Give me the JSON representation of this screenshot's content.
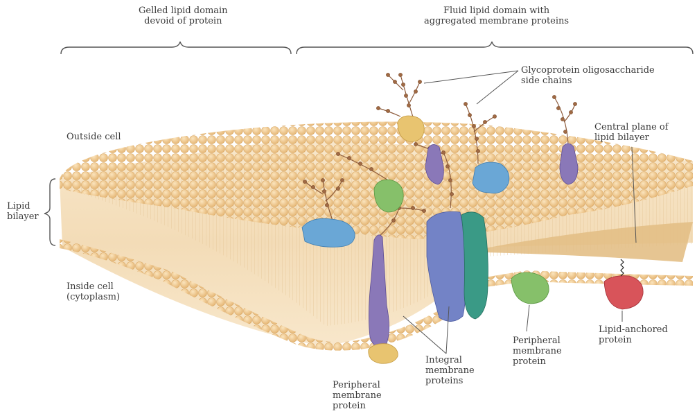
{
  "labels": {
    "gelled_domain": [
      "Gelled lipid domain",
      "devoid of protein"
    ],
    "fluid_domain": [
      "Fluid lipid domain with",
      "aggregated membrane proteins"
    ],
    "glycoprotein": [
      "Glycoprotein oligosaccharide",
      "side chains"
    ],
    "outside_cell": [
      "Outside cell"
    ],
    "central_plane": [
      "Central plane of",
      "lipid bilayer"
    ],
    "lipid_bilayer": [
      "Lipid",
      "bilayer"
    ],
    "inside_cell": [
      "Inside cell",
      "(cytoplasm)"
    ],
    "peripheral_right": [
      "Peripheral",
      "membrane",
      "protein"
    ],
    "lipid_anchored": [
      "Lipid-anchored",
      "protein"
    ],
    "integral": [
      "Integral",
      "membrane",
      "proteins"
    ],
    "peripheral_bottom": [
      "Peripheral",
      "membrane",
      "protein"
    ]
  },
  "colors": {
    "lipid_head": "#eec690",
    "lipid_head_edge": "#d9a866",
    "bilayer_tail": "#f6e2c2",
    "sugar_chain": "#8c5a3a",
    "purple_protein": "#8a78b8",
    "blue_protein": "#6aa7d6",
    "green_protein": "#86c06a",
    "yellow_protein": "#e8c470",
    "teal_protein": "#3a9a86",
    "red_protein": "#d8545a",
    "line": "#555555"
  }
}
